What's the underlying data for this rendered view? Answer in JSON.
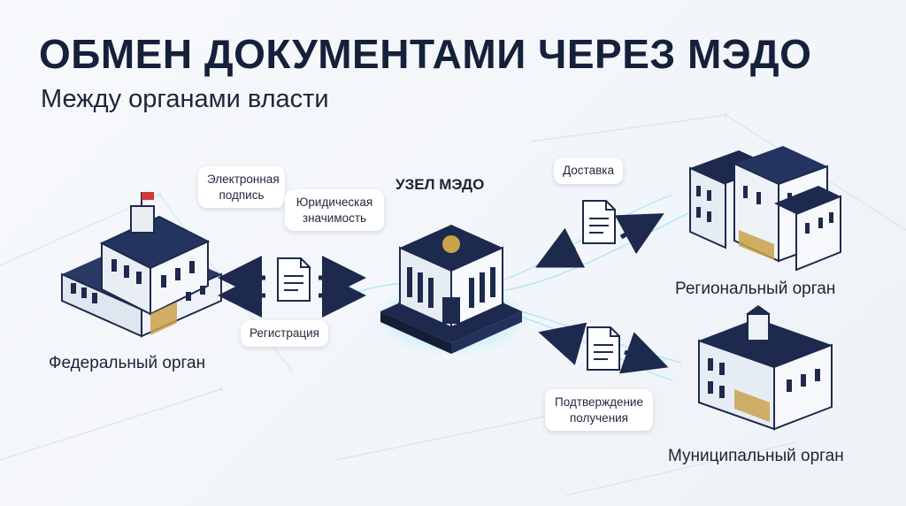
{
  "header": {
    "title": "ОБМЕН ДОКУМЕНТАМИ ЧЕРЕЗ МЭДО",
    "subtitle": "Между органами власти"
  },
  "center": {
    "label": "УЗЕЛ МЭДО"
  },
  "nodes": {
    "federal": "Федеральный орган",
    "regional": "Региональный орган",
    "municipal": "Муниципальный орган"
  },
  "tags": {
    "signature": "Электронная подпись",
    "legal": "Юридическая значимость",
    "registration": "Регистрация",
    "delivery": "Доставка",
    "confirmation": "Подтверждение получения"
  },
  "colors": {
    "navy": "#1d2a4d",
    "gold": "#c9a24a",
    "glow": "#35d3f0",
    "text": "#15213b"
  }
}
